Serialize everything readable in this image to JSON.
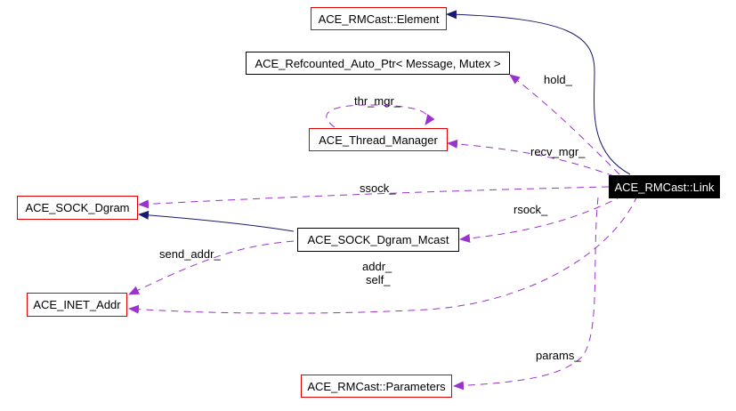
{
  "colors": {
    "usage_edge": "#9a32cd",
    "inheritance_edge": "#191970",
    "documented_border": "#e00000",
    "undocumented_border": "#000000",
    "focus_fill": "#000000",
    "focus_text": "#ffffff"
  },
  "nodes": {
    "element": {
      "label": "ACE_RMCast::Element",
      "kind": "documented"
    },
    "refcounted": {
      "label": "ACE_Refcounted_Auto_Ptr< Message, Mutex >",
      "kind": "undocumented"
    },
    "thread_manager": {
      "label": "ACE_Thread_Manager",
      "kind": "documented"
    },
    "link": {
      "label": "ACE_RMCast::Link",
      "kind": "focus"
    },
    "sock_dgram": {
      "label": "ACE_SOCK_Dgram",
      "kind": "documented"
    },
    "sock_dgram_mcast": {
      "label": "ACE_SOCK_Dgram_Mcast",
      "kind": "undocumented"
    },
    "inet_addr": {
      "label": "ACE_INET_Addr",
      "kind": "documented"
    },
    "parameters": {
      "label": "ACE_RMCast::Parameters",
      "kind": "documented"
    }
  },
  "edge_labels": {
    "hold": "hold_",
    "thr_mgr": "thr_mgr_",
    "recv_mgr": "recv_mgr_",
    "ssock": "ssock_",
    "rsock": "rsock_",
    "send_addr": "send_addr_",
    "addr": "addr_",
    "self": "self_",
    "params": "params_"
  }
}
